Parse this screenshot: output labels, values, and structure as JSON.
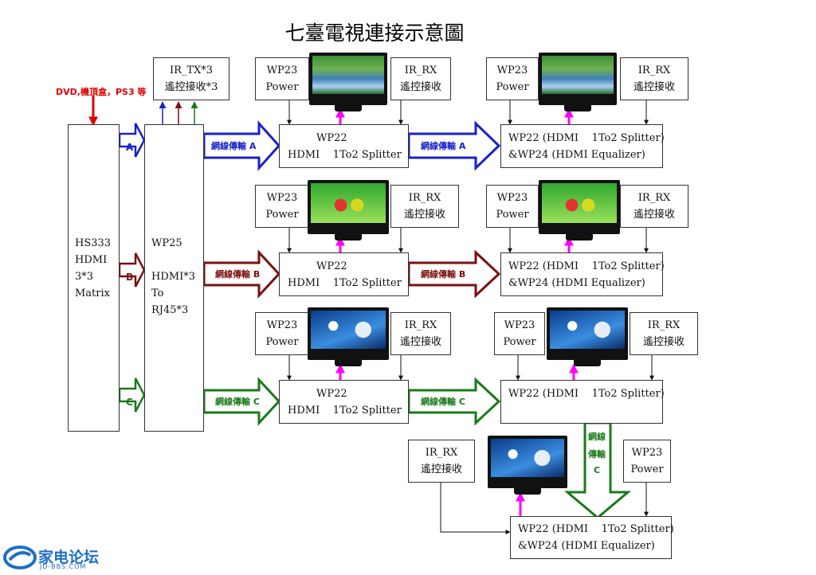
{
  "title": "七臺電視連接示意圖",
  "source_label": "DVD,機頂盒，PS3 等",
  "matrix": {
    "lines": [
      "HS333",
      "HDMI",
      "3*3",
      "Matrix"
    ]
  },
  "converter": {
    "lines": [
      "WP25",
      "",
      "HDMI*3",
      "To",
      "RJ45*3"
    ]
  },
  "ir_tx": {
    "lines": [
      "IR_TX*3",
      "遙控接收*3"
    ]
  },
  "ports": [
    "A",
    "B",
    "C"
  ],
  "link_labels": {
    "A": "網線傳輸 A",
    "B": "網線傳輸 B",
    "C": "網線傳輸 C",
    "C_vertical": [
      "網線",
      "傳輸",
      "C"
    ]
  },
  "power": {
    "lines": [
      "WP23",
      "Power"
    ]
  },
  "ir_rx": {
    "lines": [
      "IR_RX",
      "遙控接收"
    ]
  },
  "wp22": {
    "lines": [
      "WP22",
      "HDMI    1To2 Splitter"
    ]
  },
  "wp22_wp24": {
    "lines": [
      "WP22 (HDMI    1To2 Splitter)",
      "&WP24 (HDMI Equalizer)"
    ]
  },
  "wp22_only": {
    "lines": [
      "WP22 (HDMI    1To2 Splitter)"
    ]
  },
  "colors": {
    "A": "#1a22c8",
    "B": "#7a1010",
    "C": "#1a7a1a",
    "tv_link": "#ff00ff",
    "source": "#e00000",
    "logo": "#1e6fc8"
  },
  "icons": {
    "tv": "tv-icon",
    "logo": "logo-icon"
  },
  "logo": {
    "cn": "家电论坛",
    "en": "JD-BBS.COM"
  }
}
